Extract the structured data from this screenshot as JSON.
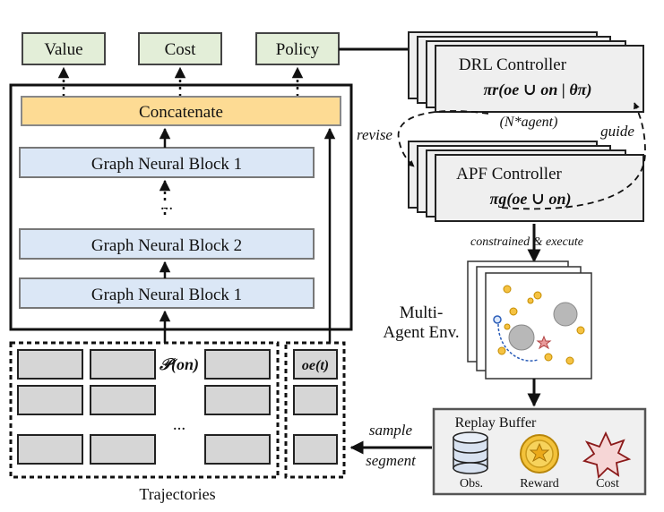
{
  "outputs": {
    "value": "Value",
    "cost": "Cost",
    "policy": "Policy"
  },
  "network": {
    "concatenate": "Concatenate",
    "gnb_top": "Graph Neural Block 1",
    "ellipsis": "...",
    "gnb_mid": "Graph Neural Block 2",
    "gnb_bottom": "Graph Neural Block 1"
  },
  "drl": {
    "title": "DRL Controller",
    "formula": "πr(oe ∪ on | θπ)"
  },
  "apf": {
    "title": "APF Controller",
    "formula": "πg(oe ∪ on)"
  },
  "loop": {
    "agents": "(N*agent)",
    "revise": "revise",
    "guide": "guide"
  },
  "edge_labels": {
    "constrained_execute": "constrained & execute",
    "sample": "sample",
    "segment": "segment"
  },
  "env": {
    "label_line1": "Multi-",
    "label_line2": "Agent Env."
  },
  "trajectories": {
    "label": "Trajectories",
    "pn": "𝒫(on)",
    "oe": "oe(t)",
    "ellipsis": "..."
  },
  "replay": {
    "title": "Replay Buffer",
    "obs": "Obs.",
    "reward": "Reward",
    "cost": "Cost"
  },
  "colors": {
    "output_fill": "#e3eed8",
    "concat_fill": "#fddb94",
    "gnb_fill": "#dbe7f6",
    "controller_fill": "#efefef",
    "cell_fill": "#d6d6d6",
    "replay_fill": "#f0f0f0",
    "reward_gold": "#f3c23a",
    "cost_pink": "#f6d6d6"
  }
}
